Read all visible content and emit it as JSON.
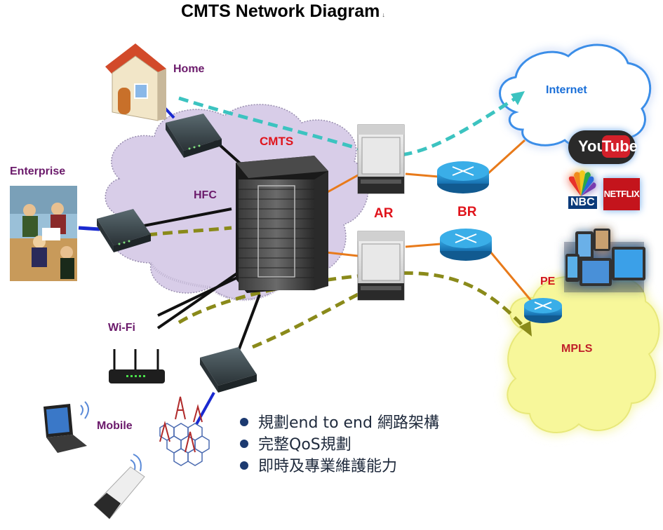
{
  "title": "CMTS Network Diagram",
  "title_mark": "↓",
  "labels": {
    "home": "Home",
    "enterprise": "Enterprise",
    "wifi": "Wi-Fi",
    "mobile": "Mobile",
    "hfc": "HFC",
    "cmts": "CMTS",
    "ar": "AR",
    "br": "BR",
    "pe": "PE",
    "internet": "Internet",
    "mpls": "MPLS"
  },
  "logos": {
    "youtube_you": "You",
    "youtube_tube": "Tube",
    "nbc": "NBC",
    "netflix": "NETFLIX"
  },
  "bullets": [
    "規劃end to end 網路架構",
    "完整QoS規劃",
    "即時及專業維護能力"
  ],
  "colors": {
    "hfc_cloud": "#d8cde8",
    "internet_cloud": "#ffffff",
    "internet_glow": "#3a8ee8",
    "mpls_cloud": "#f7f79a",
    "router": "#1f8fd0",
    "orange_link": "#e87a1a",
    "teal_dash": "#3cc3c0",
    "olive_dash": "#8a8a1a",
    "blue_link": "#1a2ad0"
  }
}
